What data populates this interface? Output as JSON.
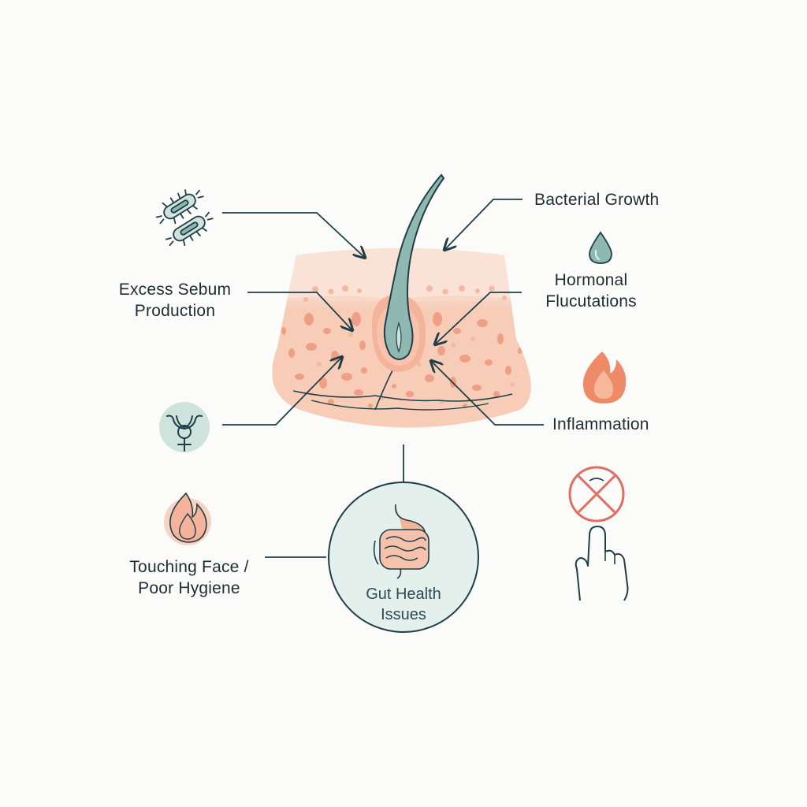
{
  "labels": {
    "bacterial_growth": "Bacterial Growth",
    "excess_sebum_line1": "Excess Sebum",
    "excess_sebum_line2": "Production",
    "hormonal_line1": "Hormonal",
    "hormonal_line2": "Flucutations",
    "inflammation": "Inflammation",
    "touching_line1": "Touching Face /",
    "touching_line2": "Poor Hygiene",
    "gut_line1": "Gut Health",
    "gut_line2": "Issues"
  },
  "icons": {
    "bacteria": "bacteria-icon",
    "droplet": "droplet-icon",
    "flame_orange": "flame-icon",
    "hormone_symbol": "female-hormone-icon",
    "flame_pink": "flame-icon",
    "gut": "intestine-icon",
    "no_touch": "no-touching-face-icon"
  },
  "colors": {
    "line": "#1f3e47",
    "teal": "#7fb2aa",
    "teal_light": "#cfe3dd",
    "skin": "#f7cbb5",
    "skin_spot": "#ee9c82",
    "flame": "#ef8a68",
    "flame_light": "#f7c7b3",
    "forbid_red": "#e26e61"
  }
}
